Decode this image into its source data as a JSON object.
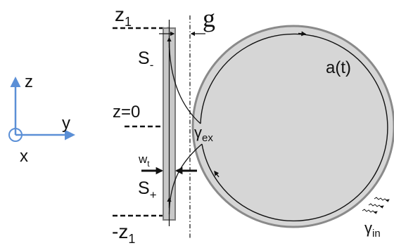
{
  "axes": {
    "z_label": "z",
    "y_label": "y",
    "x_label": "x"
  },
  "labels": {
    "z1_top_base": "z",
    "z1_top_sub": "1",
    "z1_bottom_base": "-z",
    "z1_bottom_sub": "1",
    "z0": "z=0",
    "gap": "g",
    "s_minus_base": "S",
    "s_minus_sub": "-",
    "s_plus_base": "S",
    "s_plus_sub": "+",
    "wt_base": "w",
    "wt_sub": "t",
    "gamma_ex_base": "γ",
    "gamma_ex_sub": "ex",
    "gamma_in_base": "γ",
    "gamma_in_sub": "in",
    "mode": "a(t)",
    "wave_glyph": "~w~"
  },
  "colors": {
    "axis_blue": "#5b8fd6",
    "ring_fill": "#d6d6d6",
    "ring_stroke": "#8a8a8a",
    "waveguide_fill": "#c8c8c8",
    "waveguide_stroke": "#7c7c7c",
    "ink": "#111111"
  }
}
